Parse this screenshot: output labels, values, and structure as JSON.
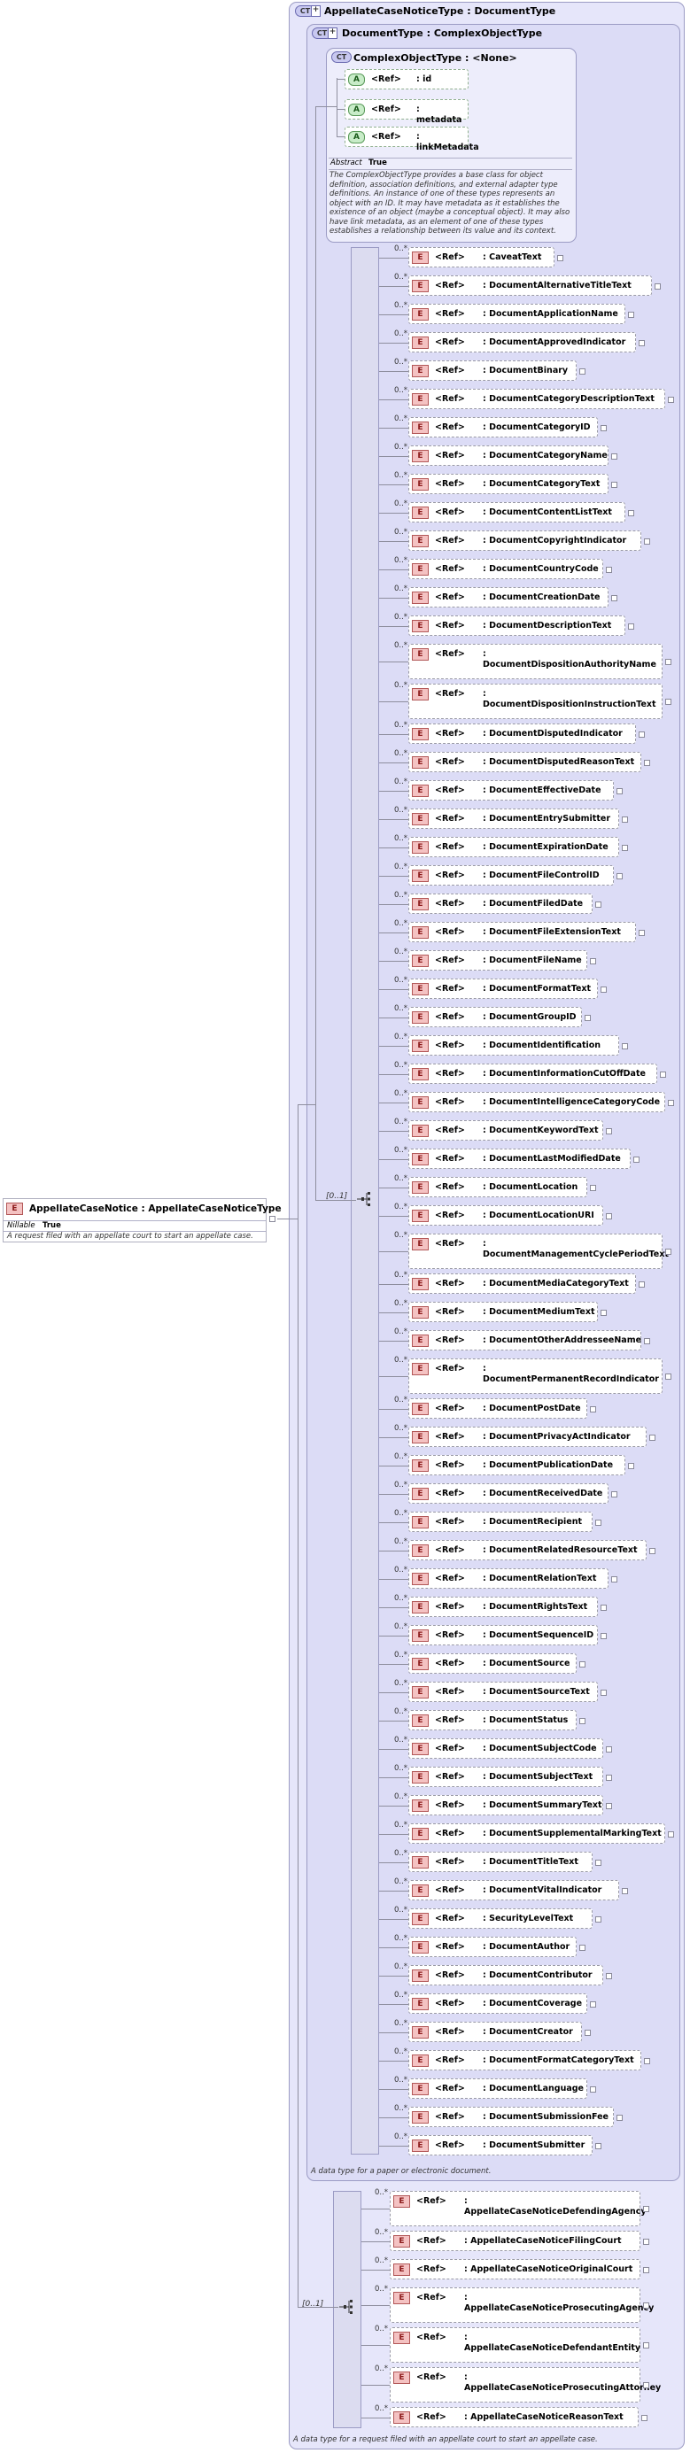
{
  "outer": {
    "title": "AppellateCaseNoticeType : DocumentType",
    "footer": "A data type for a request filed with an appellate court to start an appellate case."
  },
  "document_type": {
    "title": "DocumentType : ComplexObjectType",
    "footer": "A data type for a paper or electronic document."
  },
  "complex_object": {
    "title": "ComplexObjectType : <None>",
    "attributes": [
      {
        "tag": "A",
        "ref": "<Ref>",
        "name": ": id"
      },
      {
        "tag": "A",
        "ref": "<Ref>",
        "name": ": metadata"
      },
      {
        "tag": "A",
        "ref": "<Ref>",
        "name": ": linkMetadata"
      }
    ],
    "abstract_label": "Abstract",
    "abstract_value": "True",
    "doc": "The ComplexObjectType provides a base class for object definition, association definitions, and external adapter type definitions. An instance of one of these types represents an object with an ID. It may have metadata as it establishes the existence of an object (maybe a conceptual object). It may also have link metadata, as an element of one of these types establishes a relationship between its value and its context."
  },
  "ct_tag": "CT",
  "element_tag": "E",
  "ref_label": "<Ref>",
  "doc_sequence": {
    "cardinality": "[0..1]",
    "elements": [
      {
        "card": "0..*",
        "name": ": CaveatText"
      },
      {
        "card": "0..*",
        "name": ": DocumentAlternativeTitleText"
      },
      {
        "card": "0..*",
        "name": ": DocumentApplicationName"
      },
      {
        "card": "0..*",
        "name": ": DocumentApprovedIndicator"
      },
      {
        "card": "0..*",
        "name": ": DocumentBinary"
      },
      {
        "card": "0..*",
        "name": ": DocumentCategoryDescriptionText"
      },
      {
        "card": "0..*",
        "name": ": DocumentCategoryID"
      },
      {
        "card": "0..*",
        "name": ": DocumentCategoryName"
      },
      {
        "card": "0..*",
        "name": ": DocumentCategoryText"
      },
      {
        "card": "0..*",
        "name": ": DocumentContentListText"
      },
      {
        "card": "0..*",
        "name": ": DocumentCopyrightIndicator"
      },
      {
        "card": "0..*",
        "name": ": DocumentCountryCode"
      },
      {
        "card": "0..*",
        "name": ": DocumentCreationDate"
      },
      {
        "card": "0..*",
        "name": ": DocumentDescriptionText"
      },
      {
        "card": "0..*",
        "name": ": DocumentDispositionAuthorityName",
        "long": true
      },
      {
        "card": "0..*",
        "name": ": DocumentDispositionInstructionText",
        "long": true
      },
      {
        "card": "0..*",
        "name": ": DocumentDisputedIndicator"
      },
      {
        "card": "0..*",
        "name": ": DocumentDisputedReasonText"
      },
      {
        "card": "0..*",
        "name": ": DocumentEffectiveDate"
      },
      {
        "card": "0..*",
        "name": ": DocumentEntrySubmitter"
      },
      {
        "card": "0..*",
        "name": ": DocumentExpirationDate"
      },
      {
        "card": "0..*",
        "name": ": DocumentFileControlID"
      },
      {
        "card": "0..*",
        "name": ": DocumentFiledDate"
      },
      {
        "card": "0..*",
        "name": ": DocumentFileExtensionText"
      },
      {
        "card": "0..*",
        "name": ": DocumentFileName"
      },
      {
        "card": "0..*",
        "name": ": DocumentFormatText"
      },
      {
        "card": "0..*",
        "name": ": DocumentGroupID"
      },
      {
        "card": "0..*",
        "name": ": DocumentIdentification"
      },
      {
        "card": "0..*",
        "name": ": DocumentInformationCutOffDate"
      },
      {
        "card": "0..*",
        "name": ": DocumentIntelligenceCategoryCode"
      },
      {
        "card": "0..*",
        "name": ": DocumentKeywordText"
      },
      {
        "card": "0..*",
        "name": ": DocumentLastModifiedDate"
      },
      {
        "card": "0..*",
        "name": ": DocumentLocation"
      },
      {
        "card": "0..*",
        "name": ": DocumentLocationURI"
      },
      {
        "card": "0..*",
        "name": ": DocumentManagementCyclePeriodText",
        "long": true
      },
      {
        "card": "0..*",
        "name": ": DocumentMediaCategoryText"
      },
      {
        "card": "0..*",
        "name": ": DocumentMediumText"
      },
      {
        "card": "0..*",
        "name": ": DocumentOtherAddresseeName"
      },
      {
        "card": "0..*",
        "name": ": DocumentPermanentRecordIndicator",
        "long": true
      },
      {
        "card": "0..*",
        "name": ": DocumentPostDate"
      },
      {
        "card": "0..*",
        "name": ": DocumentPrivacyActIndicator"
      },
      {
        "card": "0..*",
        "name": ": DocumentPublicationDate"
      },
      {
        "card": "0..*",
        "name": ": DocumentReceivedDate"
      },
      {
        "card": "0..*",
        "name": ": DocumentRecipient"
      },
      {
        "card": "0..*",
        "name": ": DocumentRelatedResourceText"
      },
      {
        "card": "0..*",
        "name": ": DocumentRelationText"
      },
      {
        "card": "0..*",
        "name": ": DocumentRightsText"
      },
      {
        "card": "0..*",
        "name": ": DocumentSequenceID"
      },
      {
        "card": "0..*",
        "name": ": DocumentSource"
      },
      {
        "card": "0..*",
        "name": ": DocumentSourceText"
      },
      {
        "card": "0..*",
        "name": ": DocumentStatus"
      },
      {
        "card": "0..*",
        "name": ": DocumentSubjectCode"
      },
      {
        "card": "0..*",
        "name": ": DocumentSubjectText"
      },
      {
        "card": "0..*",
        "name": ": DocumentSummaryText"
      },
      {
        "card": "0..*",
        "name": ": DocumentSupplementalMarkingText"
      },
      {
        "card": "0..*",
        "name": ": DocumentTitleText"
      },
      {
        "card": "0..*",
        "name": ": DocumentVitalIndicator"
      },
      {
        "card": "0..*",
        "name": ": SecurityLevelText"
      },
      {
        "card": "0..*",
        "name": ": DocumentAuthor"
      },
      {
        "card": "0..*",
        "name": ": DocumentContributor"
      },
      {
        "card": "0..*",
        "name": ": DocumentCoverage"
      },
      {
        "card": "0..*",
        "name": ": DocumentCreator"
      },
      {
        "card": "0..*",
        "name": ": DocumentFormatCategoryText"
      },
      {
        "card": "0..*",
        "name": ": DocumentLanguage"
      },
      {
        "card": "0..*",
        "name": ": DocumentSubmissionFee"
      },
      {
        "card": "0..*",
        "name": ": DocumentSubmitter"
      }
    ]
  },
  "appellate_sequence": {
    "cardinality": "[0..1]",
    "elements": [
      {
        "card": "0..*",
        "name": ": AppellateCaseNoticeDefendingAgency",
        "long": true
      },
      {
        "card": "0..*",
        "name": ": AppellateCaseNoticeFilingCourt"
      },
      {
        "card": "0..*",
        "name": ": AppellateCaseNoticeOriginalCourt"
      },
      {
        "card": "0..*",
        "name": ": AppellateCaseNoticeProsecutingAgency",
        "long": true
      },
      {
        "card": "0..*",
        "name": ": AppellateCaseNoticeDefendantEntity",
        "long": true
      },
      {
        "card": "0..*",
        "name": ": AppellateCaseNoticeProsecutingAttorney",
        "long": true
      },
      {
        "card": "0..*",
        "name": ": AppellateCaseNoticeReasonText"
      }
    ]
  },
  "root": {
    "tag": "E",
    "title": "AppellateCaseNotice : AppellateCaseNoticeType",
    "prop_label": "Nillable",
    "prop_value": "True",
    "doc": "A request filed with an appellate court to start an appellate case."
  }
}
